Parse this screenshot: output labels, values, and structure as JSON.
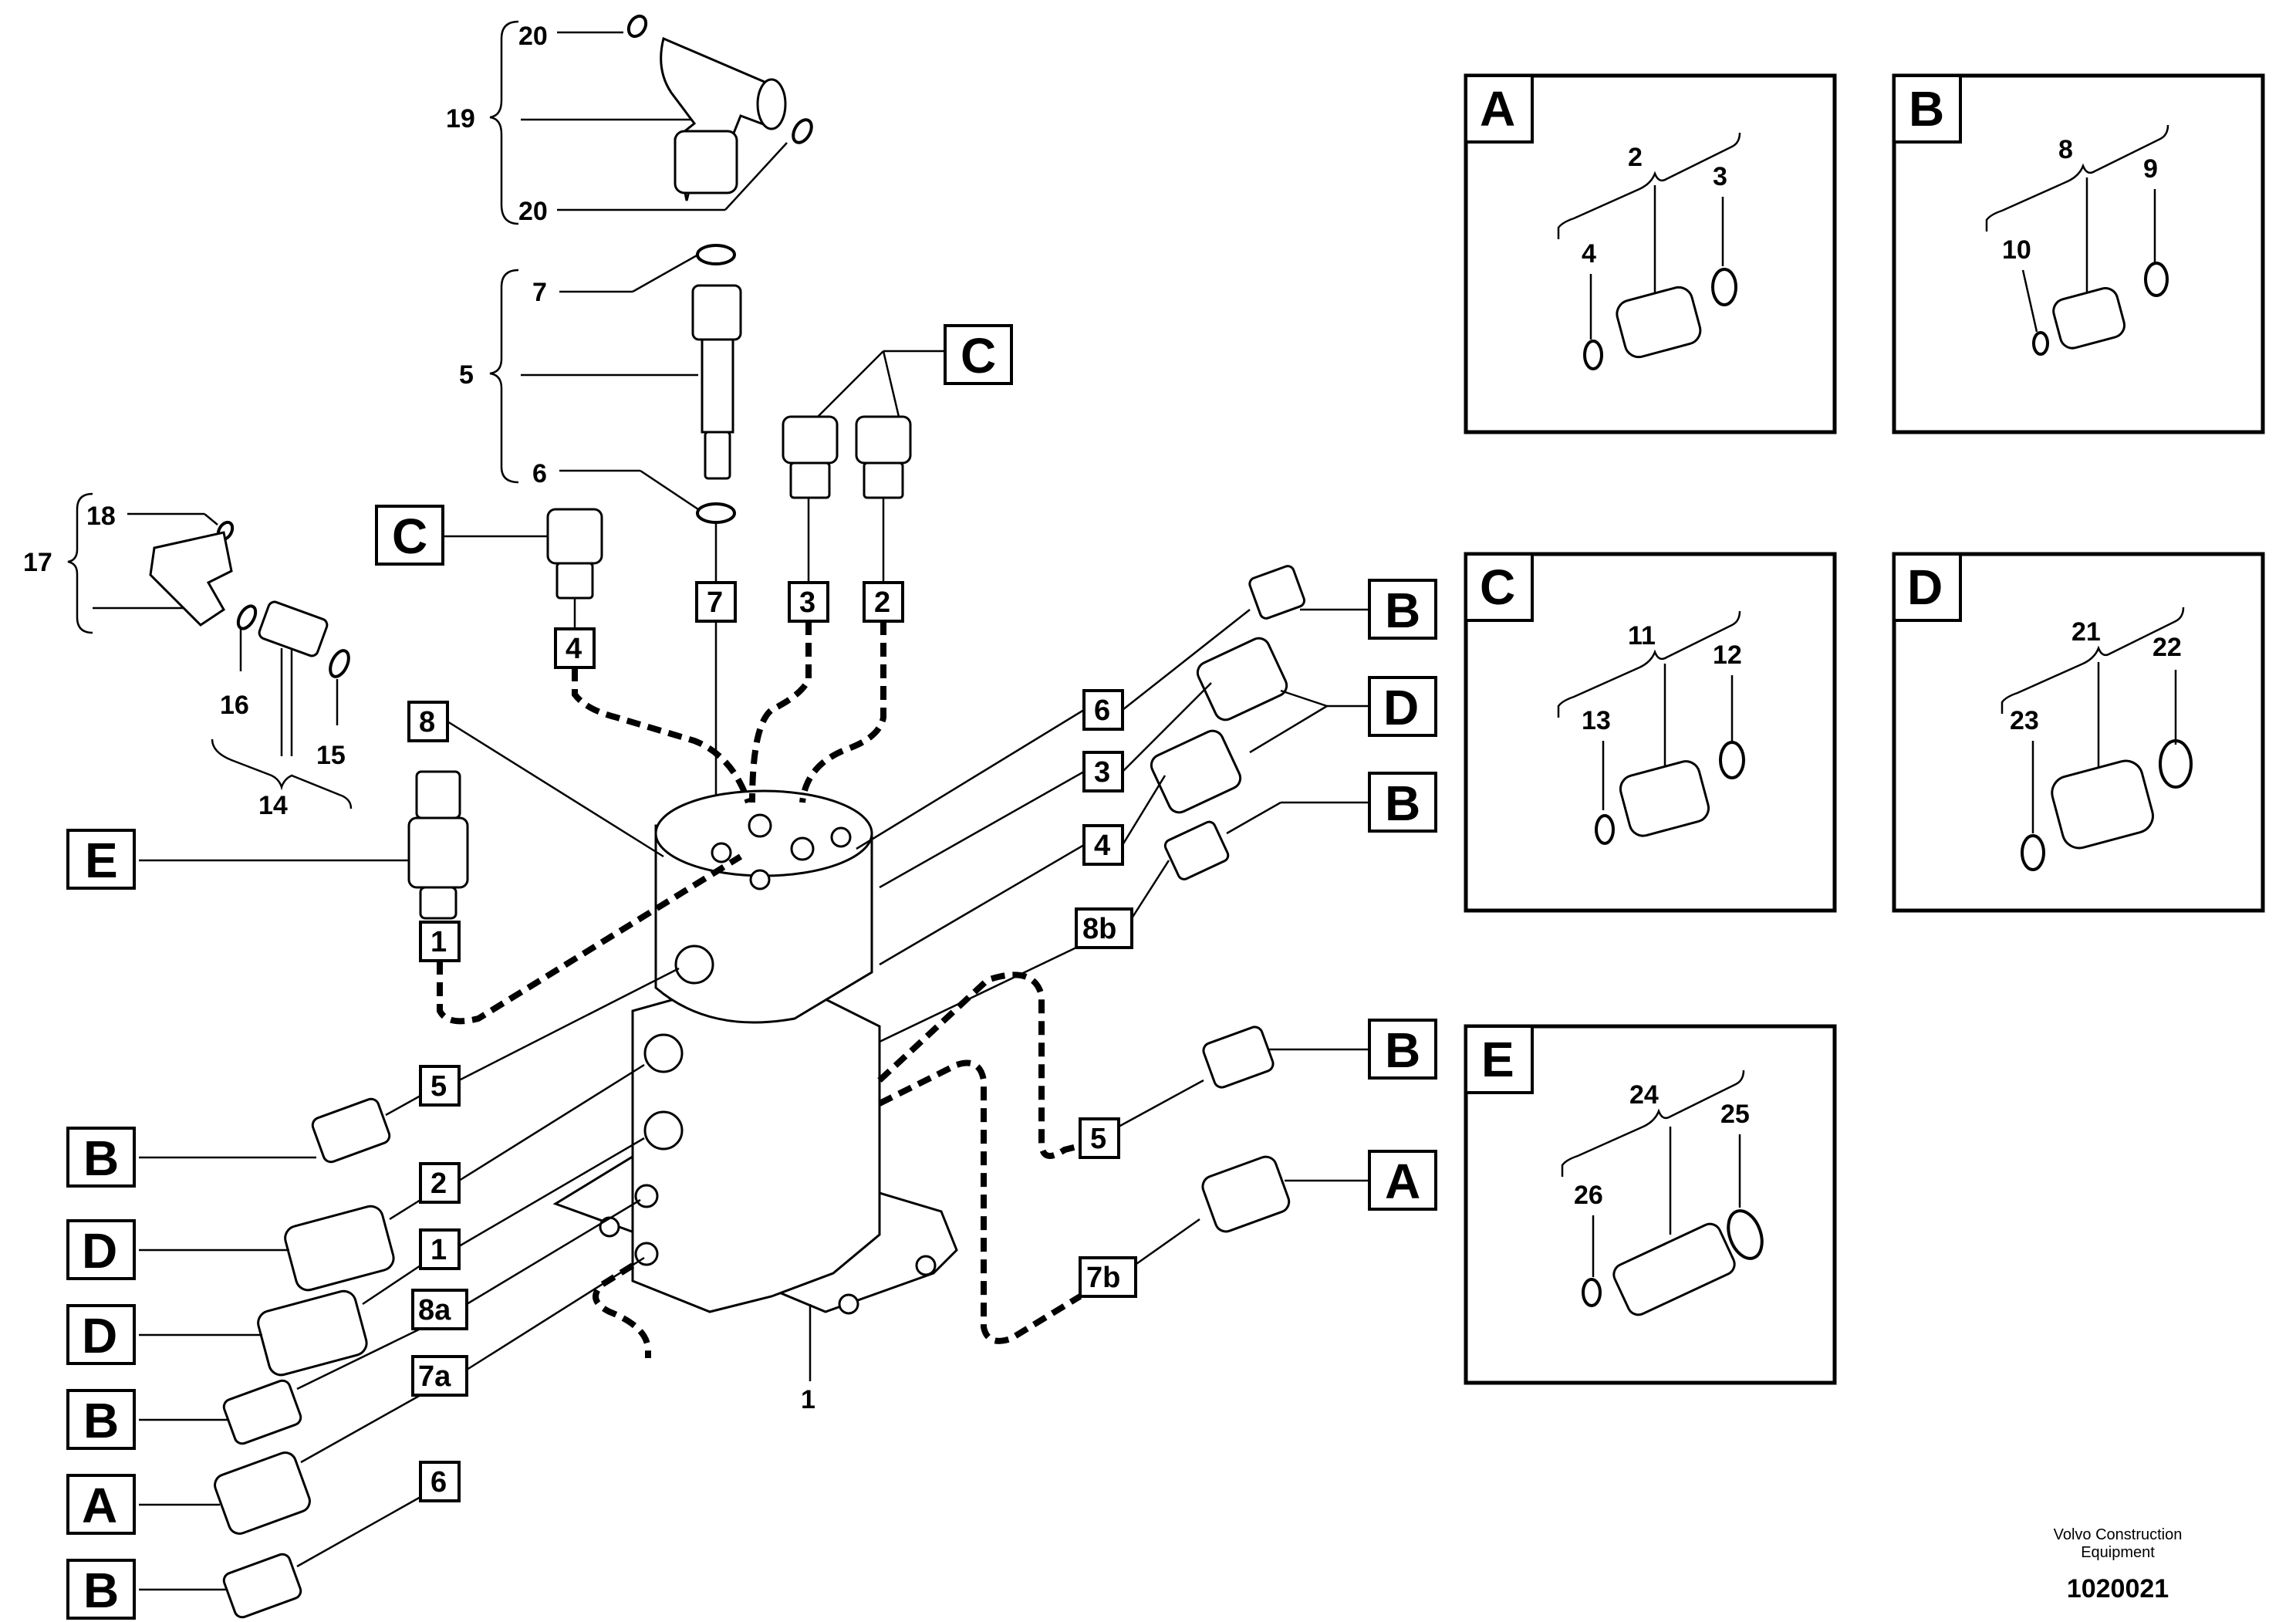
{
  "exploded_view": {
    "tee_fitting": {
      "assembly": "19",
      "oring_top": "20",
      "oring_bottom": "20"
    },
    "pipe_stub": {
      "assembly": "5",
      "oring_top": "7",
      "oring_bottom": "6"
    },
    "elbow_fitting": {
      "assembly": "17",
      "oring": "18",
      "adapter_oring_left": "16",
      "adapter_oring_right": "15",
      "adapter_group": "14"
    },
    "swivel_body": {
      "part": "1"
    }
  },
  "letter_callouts": {
    "c_top": "C",
    "c_left": "C",
    "e_left": "E",
    "b_right_1": "B",
    "d_right": "D",
    "b_right_2": "B",
    "b_right_3": "B",
    "a_right": "A",
    "b_left_1": "B",
    "d_left_1": "D",
    "d_left_2": "D",
    "b_left_2": "B",
    "a_left": "A",
    "b_left_3": "B"
  },
  "port_tags": {
    "top_7": "7",
    "top_3": "3",
    "top_2": "2",
    "top_4": "4",
    "left_8": "8",
    "left_1": "1",
    "right_6": "6",
    "right_3": "3",
    "right_4": "4",
    "right_8b": "8b",
    "right_5": "5",
    "right_7b": "7b",
    "lower_5": "5",
    "lower_2": "2",
    "lower_1": "1",
    "lower_8a": "8a",
    "lower_7a": "7a",
    "lower_6": "6"
  },
  "detail_panels": [
    {
      "letter": "A",
      "group": "2",
      "oring_right": "3",
      "oring_left": "4"
    },
    {
      "letter": "B",
      "group": "8",
      "oring_right": "9",
      "oring_left": "10"
    },
    {
      "letter": "C",
      "group": "11",
      "oring_right": "12",
      "oring_left": "13"
    },
    {
      "letter": "D",
      "group": "21",
      "oring_right": "22",
      "oring_left": "23"
    },
    {
      "letter": "E",
      "group": "24",
      "oring_right": "25",
      "oring_left": "26"
    }
  ],
  "footer": {
    "brand_line1": "Volvo Construction",
    "brand_line2": "Equipment",
    "drawing_number": "1020021"
  }
}
